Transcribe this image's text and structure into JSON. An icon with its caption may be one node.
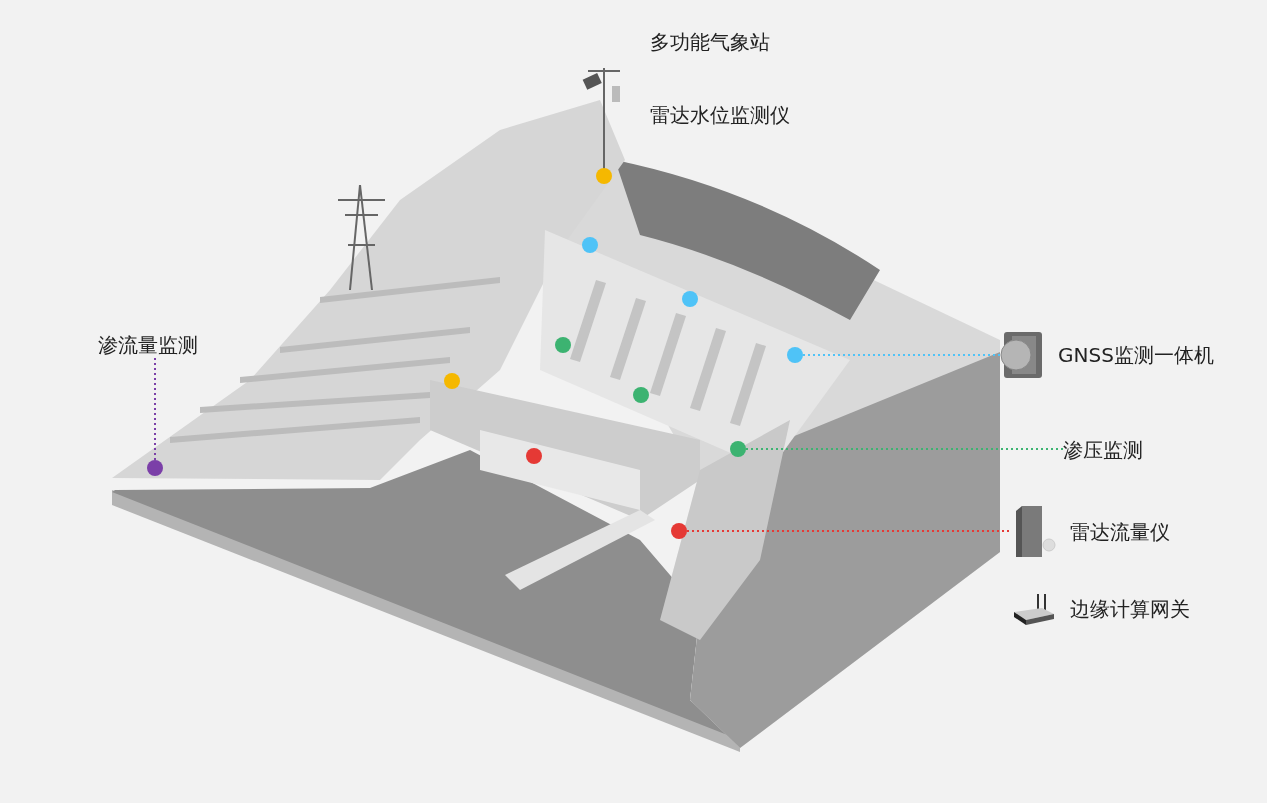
{
  "diagram": {
    "nodes": [
      {
        "text": [
          "GNSS监测一体机"
        ]
      },
      {
        "text": [
          "渗压监测"
        ]
      },
      {
        "text": [
          "雷达流量仪"
        ]
      },
      {
        "text": [
          "渗流量监测"
        ]
      },
      {
        "text": [],
        "shape": "circle"
      },
      {
        "text": [],
        "shape": "circle"
      },
      {
        "text": [],
        "shape": "circle"
      },
      {
        "text": [],
        "shape": "circle"
      },
      {
        "text": [],
        "shape": "circle"
      },
      {
        "text": [],
        "shape": "circle"
      },
      {
        "text": [],
        "shape": "circle"
      },
      {
        "text": [],
        "shape": "circle"
      },
      {
        "text": [],
        "shape": "circle"
      },
      {
        "text": [],
        "shape": "circle"
      },
      {
        "text": [],
        "shape": "circle"
      }
    ],
    "edges": [
      {
        "from": 4,
        "to": 0,
        "arrow": "none",
        "style": "dashed",
        "color": "#4fc3f7"
      },
      {
        "from": 5,
        "to": 1,
        "arrow": "none",
        "style": "dashed",
        "color": "#3cb371"
      },
      {
        "from": 6,
        "to": 2,
        "arrow": "none",
        "style": "dashed",
        "color": "#e53935"
      },
      {
        "from": 7,
        "to": 3,
        "arrow": "none",
        "style": "dashed",
        "color": "#7b3fa8"
      }
    ],
    "labels": [
      "多功能气象站",
      "雷达水位监测仪",
      "边缘计算网关"
    ]
  }
}
